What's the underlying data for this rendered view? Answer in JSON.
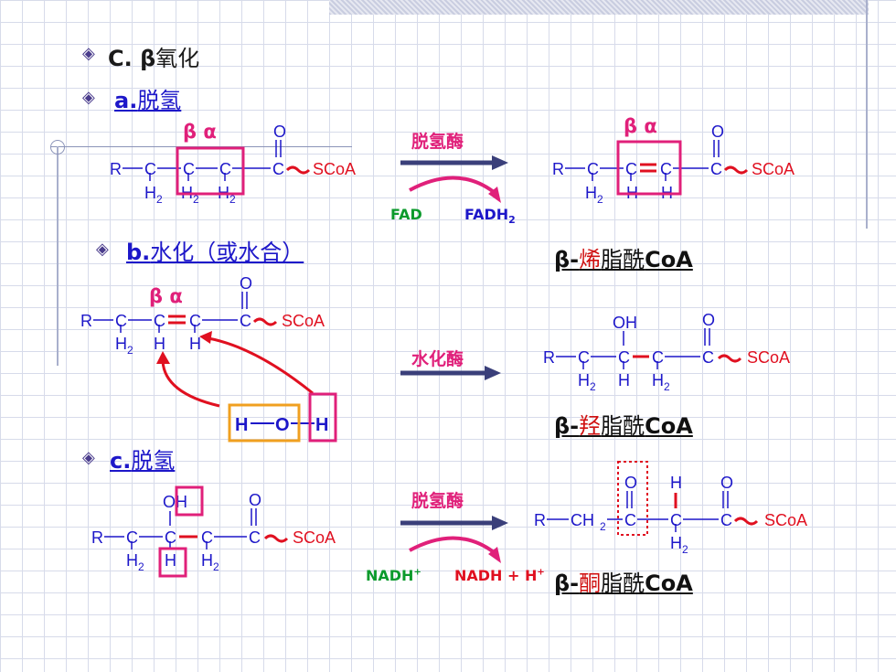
{
  "section_title": {
    "letter": "C. β",
    "text": "氧化"
  },
  "steps": {
    "a": {
      "prefix": "a.",
      "text": "脱氢"
    },
    "b": {
      "prefix": "b.",
      "text": "水化（或水合）"
    },
    "c": {
      "prefix": "c.",
      "text": "脱氢"
    }
  },
  "enzymes": {
    "a": "脱氢酶",
    "b": "水化酶",
    "c": "脱氢酶"
  },
  "cofactors": {
    "fad": "FAD",
    "fadh2": "FADH",
    "fadh2_sub": "2",
    "nadh_in": "NADH",
    "nadh_in_sup": "+",
    "nadh_out": "NADH + H",
    "nadh_out_sup": "+"
  },
  "greek": {
    "beta_alpha": "β α"
  },
  "products": {
    "a": {
      "prefix": "β-",
      "highlight": "烯",
      "rest": "脂酰",
      "coa": "CoA"
    },
    "b": {
      "prefix": "β-",
      "highlight": "羟",
      "rest": "脂酰",
      "coa": "CoA"
    },
    "c": {
      "prefix": "β-",
      "highlight": "酮",
      "rest": "脂酰",
      "coa": "CoA"
    }
  },
  "water": {
    "h1": "H",
    "o": "O",
    "h2": "H"
  },
  "atoms": {
    "R": "R",
    "C": "C",
    "O": "O",
    "H": "H",
    "OH": "OH",
    "H2": "H",
    "sub2": "2",
    "SCoA": "SCoA",
    "CH2": "CH"
  },
  "colors": {
    "bond_blue": "#1d17c9",
    "atom_red": "#e01020",
    "box_pink": "#e0207a",
    "box_orange": "#f0a020",
    "arrow_navy": "#3a3f7a",
    "green": "#0b9a2c"
  }
}
